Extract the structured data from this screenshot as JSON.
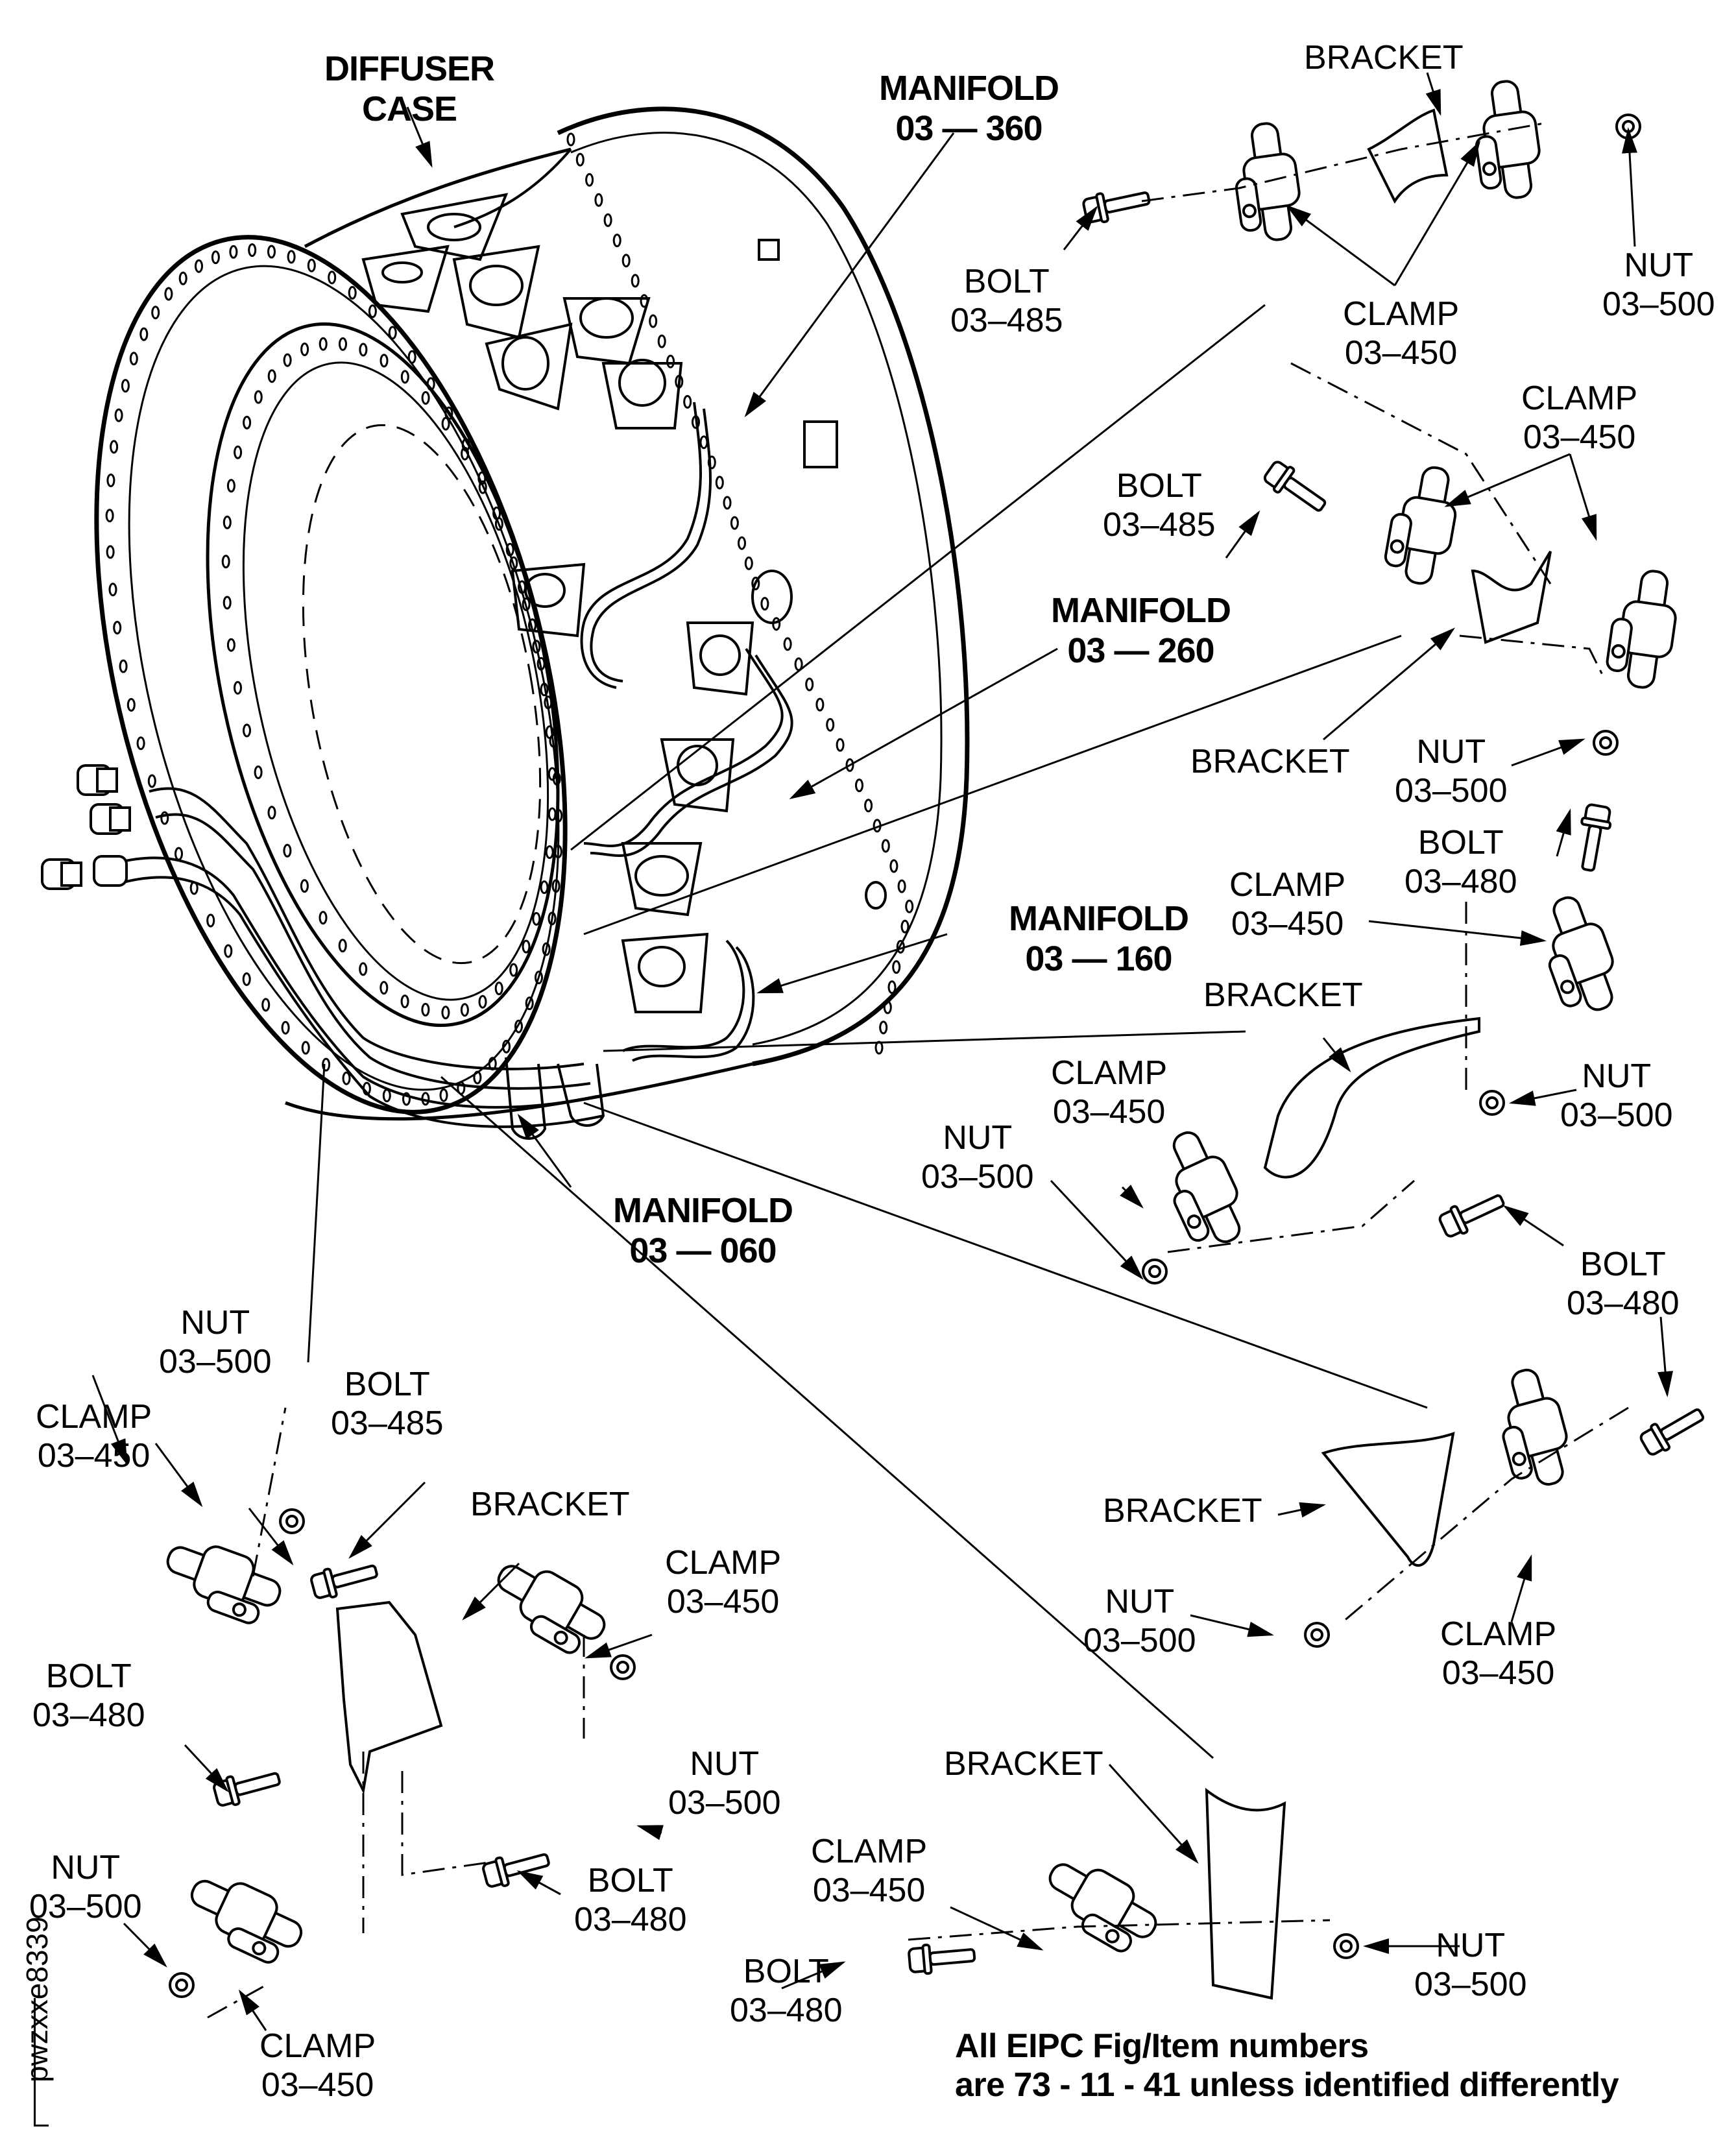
{
  "figure": {
    "id_code": "pwzxxe8339",
    "note_lines": [
      "All EIPC Fig/Item numbers",
      "are 73 - 11 - 41 unless identified differently"
    ]
  },
  "main_assembly": {
    "diffuser_case": {
      "line1": "DIFFUSER",
      "line2": "CASE"
    },
    "manifolds": [
      {
        "name": "MANIFOLD",
        "item": "03 — 360"
      },
      {
        "name": "MANIFOLD",
        "item": "03 — 260"
      },
      {
        "name": "MANIFOLD",
        "item": "03 — 160"
      },
      {
        "name": "MANIFOLD",
        "item": "03 — 060"
      }
    ]
  },
  "detail_views": [
    {
      "position": "top-right",
      "parts": [
        {
          "name": "BRACKET",
          "item": ""
        },
        {
          "name": "BOLT",
          "item": "03–485"
        },
        {
          "name": "CLAMP",
          "item": "03–450"
        },
        {
          "name": "NUT",
          "item": "03–500"
        }
      ]
    },
    {
      "position": "upper-right",
      "parts": [
        {
          "name": "CLAMP",
          "item": "03–450"
        },
        {
          "name": "BOLT",
          "item": "03–485"
        },
        {
          "name": "BRACKET",
          "item": ""
        },
        {
          "name": "NUT",
          "item": "03–500"
        }
      ]
    },
    {
      "position": "middle-right",
      "parts": [
        {
          "name": "BOLT",
          "item": "03–480"
        },
        {
          "name": "CLAMP",
          "item": "03–450"
        },
        {
          "name": "BRACKET",
          "item": ""
        },
        {
          "name": "NUT",
          "item": "03–500"
        },
        {
          "name": "CLAMP",
          "item": "03–450"
        },
        {
          "name": "NUT",
          "item": "03–500"
        },
        {
          "name": "BOLT",
          "item": "03–480"
        }
      ]
    },
    {
      "position": "lower-right",
      "parts": [
        {
          "name": "BRACKET",
          "item": ""
        },
        {
          "name": "NUT",
          "item": "03–500"
        },
        {
          "name": "CLAMP",
          "item": "03–450"
        },
        {
          "name": "BOLT",
          "item": "03–480"
        }
      ]
    },
    {
      "position": "bottom-left",
      "parts": [
        {
          "name": "NUT",
          "item": "03–500"
        },
        {
          "name": "BOLT",
          "item": "03–485"
        },
        {
          "name": "CLAMP",
          "item": "03–450"
        },
        {
          "name": "BRACKET",
          "item": ""
        },
        {
          "name": "CLAMP",
          "item": "03–450"
        },
        {
          "name": "BOLT",
          "item": "03–480"
        },
        {
          "name": "NUT",
          "item": "03–500"
        },
        {
          "name": "NUT",
          "item": "03–500"
        },
        {
          "name": "BOLT",
          "item": "03–480"
        },
        {
          "name": "CLAMP",
          "item": "03–450"
        }
      ]
    },
    {
      "position": "bottom-center",
      "parts": [
        {
          "name": "BRACKET",
          "item": ""
        },
        {
          "name": "CLAMP",
          "item": "03–450"
        },
        {
          "name": "BOLT",
          "item": "03–480"
        },
        {
          "name": "NUT",
          "item": "03–500"
        }
      ]
    }
  ]
}
